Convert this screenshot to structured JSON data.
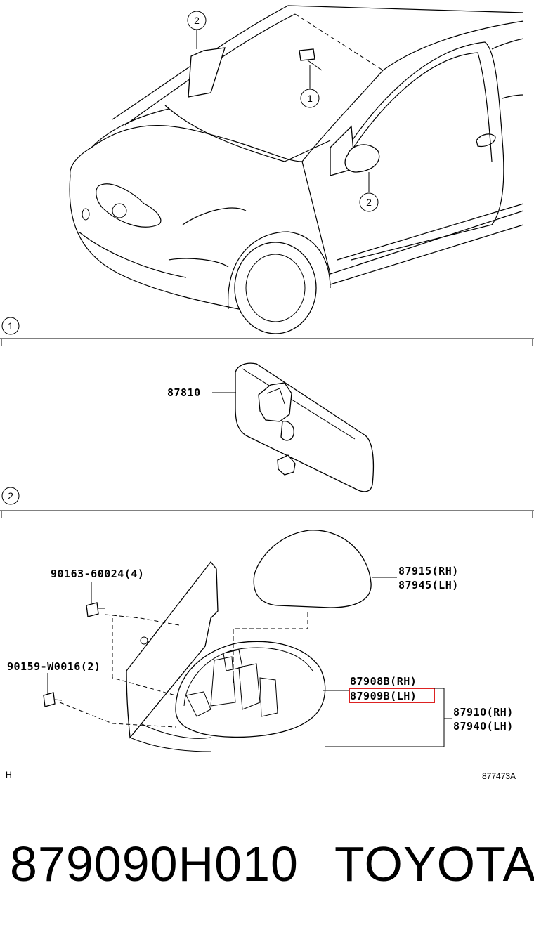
{
  "callouts": {
    "c1": "1",
    "c2": "2"
  },
  "sections": {
    "section1_label": "1",
    "section2_label": "2"
  },
  "parts": {
    "inner_mirror": "87810",
    "bolt": "90163-60024(4)",
    "screw": "90159-W0016(2)",
    "cover_rh": "87915(RH)",
    "cover_lh": "87945(LH)",
    "mirror_rh": "87908B(RH)",
    "mirror_lh": "87909B(LH)",
    "assy_rh": "87910(RH)",
    "assy_lh": "87940(LH)"
  },
  "footnote_left": "H",
  "diagram_code": "877473A",
  "footer": {
    "part_number": "879090H010",
    "brand": "TOYOTA"
  },
  "highlight_color": "#dd2222"
}
